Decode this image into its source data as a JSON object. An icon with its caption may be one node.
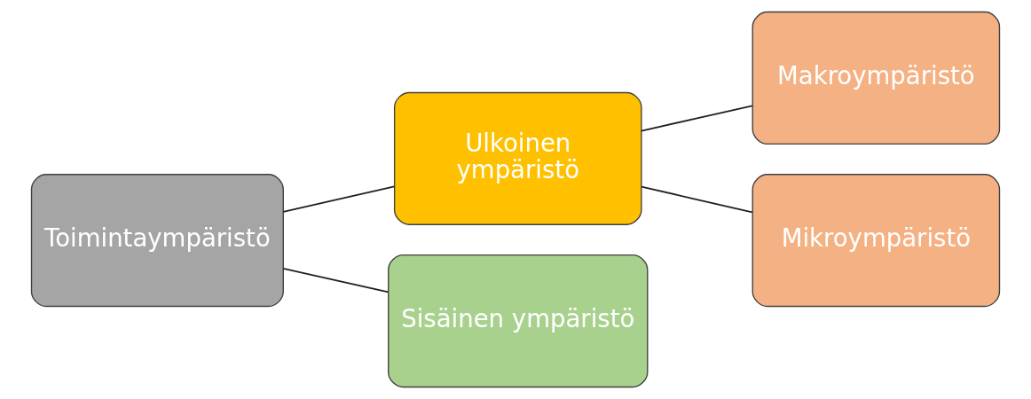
{
  "diagram": {
    "nodes": [
      {
        "text": [
          "Toimintaympäristö"
        ]
      },
      {
        "text": [
          "Ulkoinen ympäristö"
        ]
      },
      {
        "text": [
          "Sisäinen ympäristö"
        ]
      },
      {
        "text": [
          "Makroympäristö"
        ]
      },
      {
        "text": [
          "Mikroympäristö"
        ]
      }
    ],
    "edges": [
      {
        "from": 0,
        "to": 1,
        "arrow": "none"
      },
      {
        "from": 0,
        "to": 2,
        "arrow": "none"
      },
      {
        "from": 1,
        "to": 3,
        "arrow": "none"
      },
      {
        "from": 1,
        "to": 4,
        "arrow": "none"
      }
    ]
  }
}
